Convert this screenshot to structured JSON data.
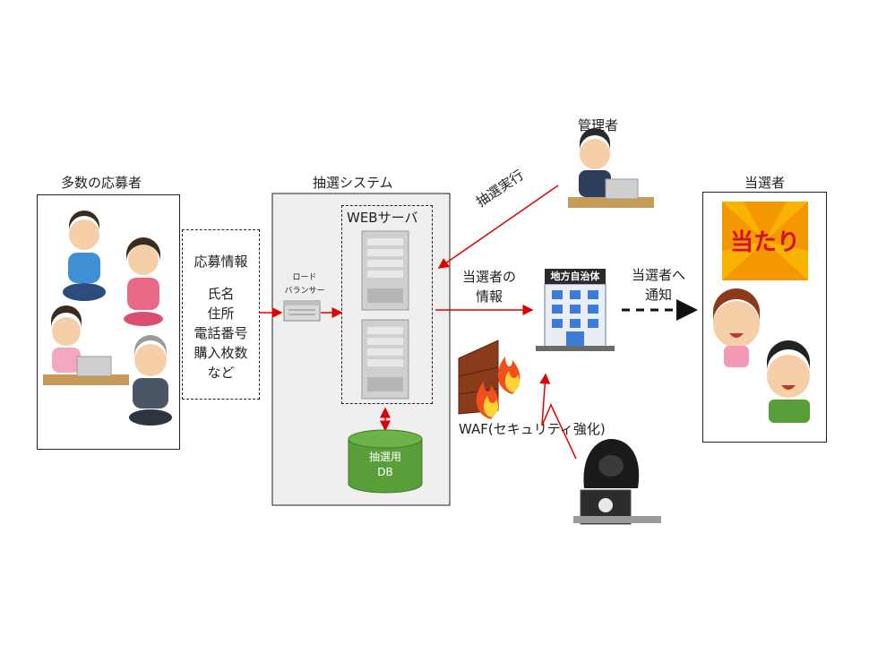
{
  "applicants": {
    "title": "多数の応募者"
  },
  "info_box": {
    "lines": [
      "応募情報",
      "",
      "氏名",
      "住所",
      "電話番号",
      "購入枚数",
      "など"
    ]
  },
  "system": {
    "title": "抽選システム",
    "web_title": "WEBサーバ",
    "lb_label_1": "ロード",
    "lb_label_2": "バランサー",
    "db_label_1": "抽選用",
    "db_label_2": "DB"
  },
  "admin": {
    "title": "管理者",
    "action": "抽選実行"
  },
  "winner_info": {
    "line1": "当選者の",
    "line2": "情報"
  },
  "municipality": {
    "sign": "地方自治体"
  },
  "notify": {
    "line1": "当選者へ",
    "line2": "通知"
  },
  "winners": {
    "title": "当選者",
    "badge": "当たり"
  },
  "waf": {
    "label": "WAF(セキュリティ強化)"
  },
  "colors": {
    "arrow": "#e00000",
    "db": "#5a9e3a",
    "system_bg": "#efefef"
  }
}
